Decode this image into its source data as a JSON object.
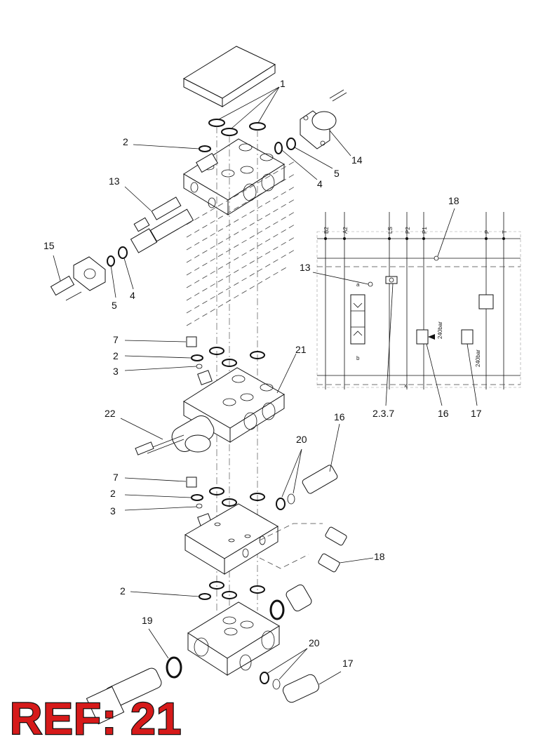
{
  "diagram": {
    "callouts": [
      {
        "id": "c1",
        "text": "1"
      },
      {
        "id": "c2a",
        "text": "2"
      },
      {
        "id": "c14",
        "text": "14"
      },
      {
        "id": "c5a",
        "text": "5"
      },
      {
        "id": "c4a",
        "text": "4"
      },
      {
        "id": "c13a",
        "text": "13"
      },
      {
        "id": "c15",
        "text": "15"
      },
      {
        "id": "c5b",
        "text": "5"
      },
      {
        "id": "c4b",
        "text": "4"
      },
      {
        "id": "c18a",
        "text": "18"
      },
      {
        "id": "c13b",
        "text": "13"
      },
      {
        "id": "c237",
        "text": "2.3.7"
      },
      {
        "id": "c16a",
        "text": "16"
      },
      {
        "id": "c17a",
        "text": "17"
      },
      {
        "id": "c7a",
        "text": "7"
      },
      {
        "id": "c2b",
        "text": "2"
      },
      {
        "id": "c3a",
        "text": "3"
      },
      {
        "id": "c21",
        "text": "21"
      },
      {
        "id": "c22",
        "text": "22"
      },
      {
        "id": "c16b",
        "text": "16"
      },
      {
        "id": "c20a",
        "text": "20"
      },
      {
        "id": "c7b",
        "text": "7"
      },
      {
        "id": "c2c",
        "text": "2"
      },
      {
        "id": "c3b",
        "text": "3"
      },
      {
        "id": "c18b",
        "text": "18"
      },
      {
        "id": "c2d",
        "text": "2"
      },
      {
        "id": "c19",
        "text": "19"
      },
      {
        "id": "c20b",
        "text": "20"
      },
      {
        "id": "c17b",
        "text": "17"
      }
    ],
    "schematic_ports": [
      "B2",
      "A2",
      "LS",
      "P2",
      "P1",
      "P",
      "T"
    ],
    "schematic_labels": {
      "a": "a",
      "b": "b",
      "x": "x",
      "relief_a": "240bar",
      "relief_b": "240bar"
    },
    "ref_label": "REF: 21"
  }
}
